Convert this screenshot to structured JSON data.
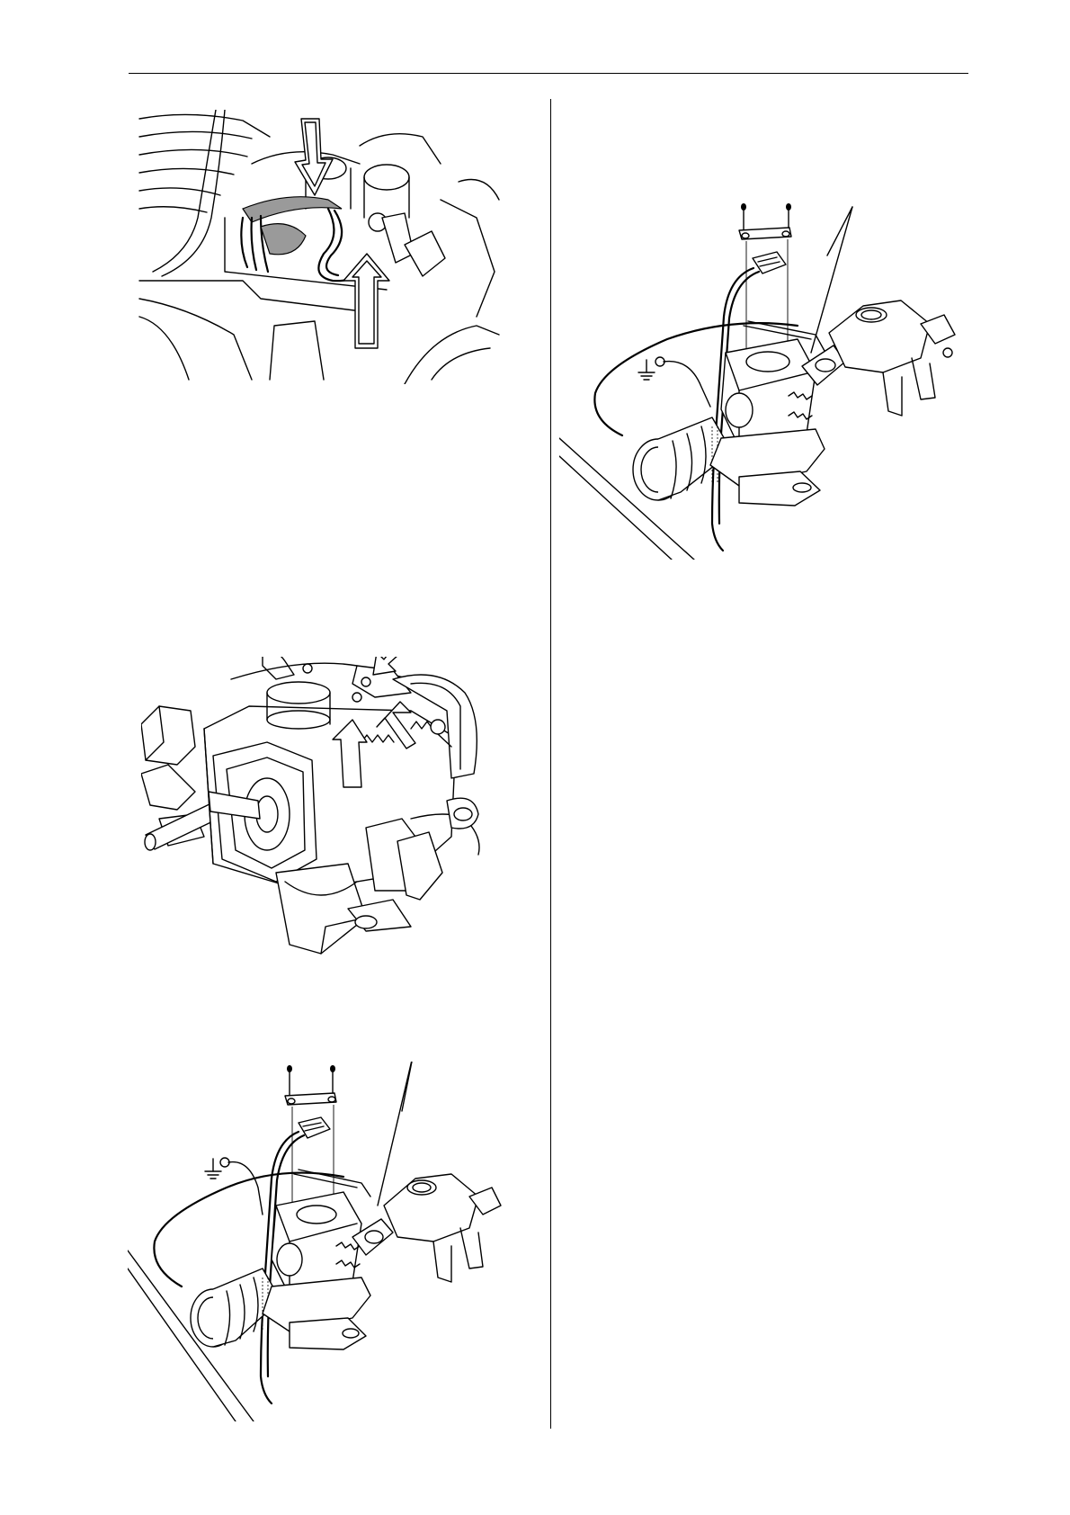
{
  "page": {
    "figures": [
      {
        "id": "fig-wiring-routing",
        "icon": "engine-wiring-routing-illustration"
      },
      {
        "id": "fig-carburettor-mount",
        "icon": "carburettor-mount-illustration"
      },
      {
        "id": "fig-exploded-assembly-left",
        "icon": "exploded-carburettor-assembly-illustration"
      },
      {
        "id": "fig-exploded-assembly-right",
        "icon": "exploded-carburettor-assembly-illustration"
      }
    ]
  }
}
